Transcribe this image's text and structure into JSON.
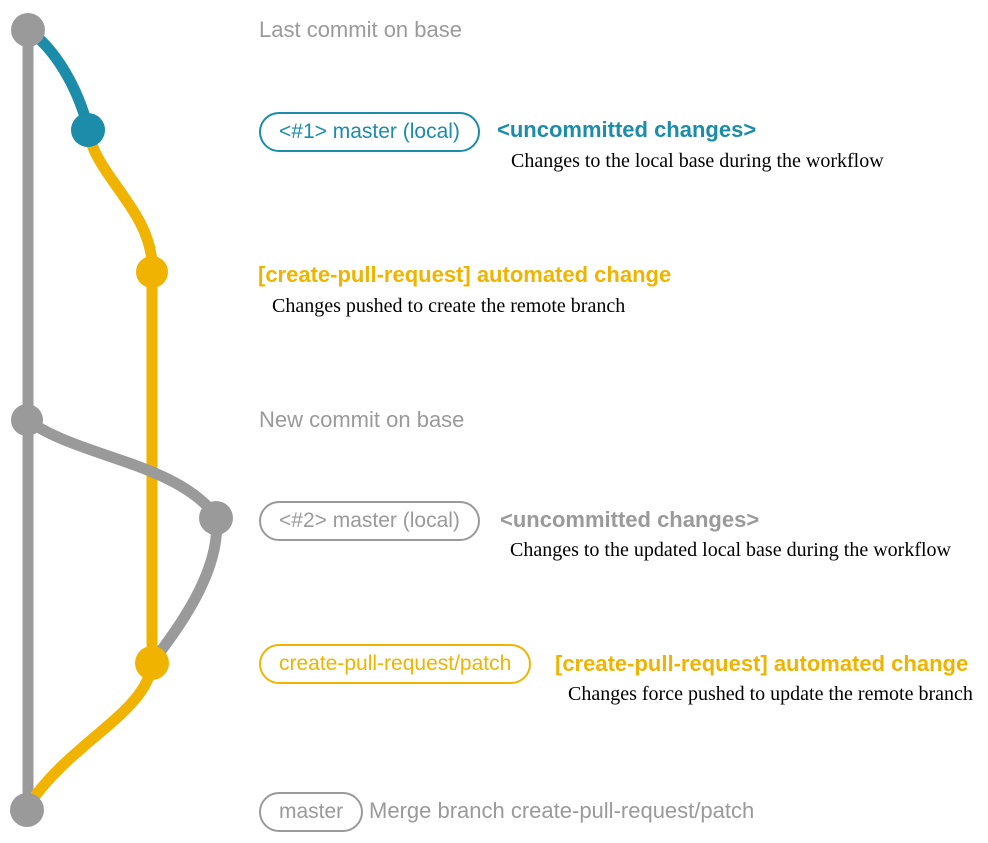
{
  "colors": {
    "gray": "#9a9a9a",
    "blue": "#1b8caa",
    "yellow": "#f0b400",
    "desc": "#000000"
  },
  "rows": [
    {
      "label": "Last commit on base"
    },
    {
      "badge": "<#1> master (local)",
      "heading": "<uncommitted changes>",
      "desc": "Changes to the local base during the workflow"
    },
    {
      "heading": "[create-pull-request] automated change",
      "desc": "Changes pushed to create the remote branch"
    },
    {
      "label": "New commit on base"
    },
    {
      "badge": "<#2> master (local)",
      "heading": "<uncommitted changes>",
      "desc": "Changes to the updated local base during the workflow"
    },
    {
      "badge": "create-pull-request/patch",
      "heading": "[create-pull-request] automated change",
      "desc": "Changes force pushed to update the remote branch"
    },
    {
      "badge": "master",
      "heading": "Merge branch create-pull-request/patch"
    }
  ]
}
